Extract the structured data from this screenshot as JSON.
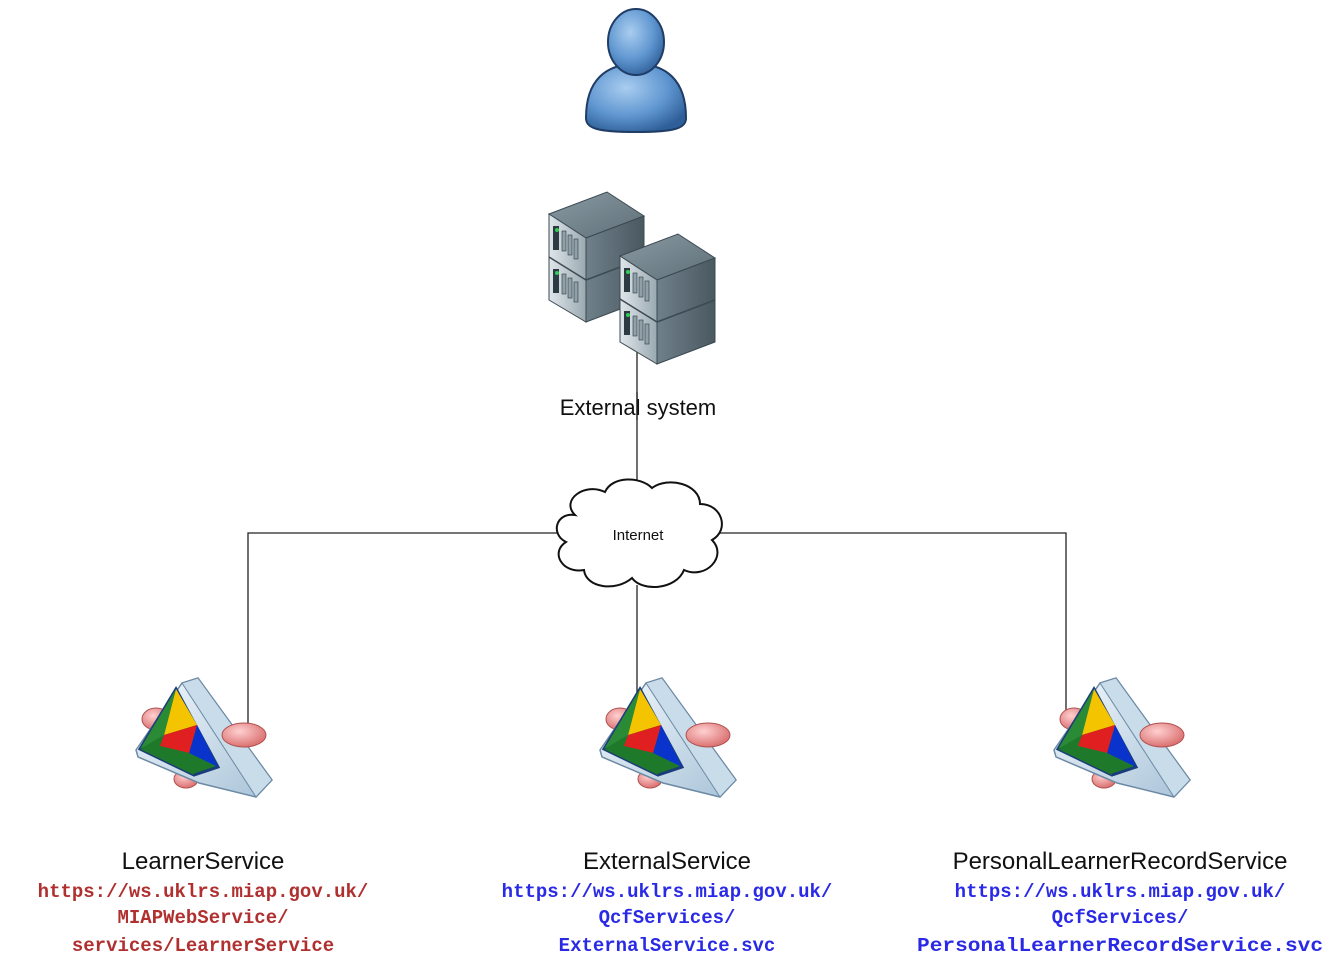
{
  "nodes": {
    "user": {
      "icon": "user-icon"
    },
    "external_system": {
      "label": "External system",
      "icon": "server-rack-icon"
    },
    "internet": {
      "label": "Internet",
      "icon": "cloud-icon"
    }
  },
  "services": [
    {
      "name": "LearnerService",
      "icon": "web-service-icon",
      "url_color": "#b03030",
      "url_lines": [
        "https://ws.uklrs.miap.gov.uk/",
        "MIAPWebService/",
        "services/LearnerService"
      ]
    },
    {
      "name": "ExternalService",
      "icon": "web-service-icon",
      "url_color": "#2a2ae6",
      "url_lines": [
        "https://ws.uklrs.miap.gov.uk/",
        "QcfServices/",
        "ExternalService.svc"
      ]
    },
    {
      "name": "PersonalLearnerRecordService",
      "icon": "web-service-icon",
      "url_color": "#2a2ae6",
      "url_lines": [
        "https://ws.uklrs.miap.gov.uk/",
        "QcfServices/",
        "PersonalLearnerRecordService.svc"
      ]
    }
  ]
}
